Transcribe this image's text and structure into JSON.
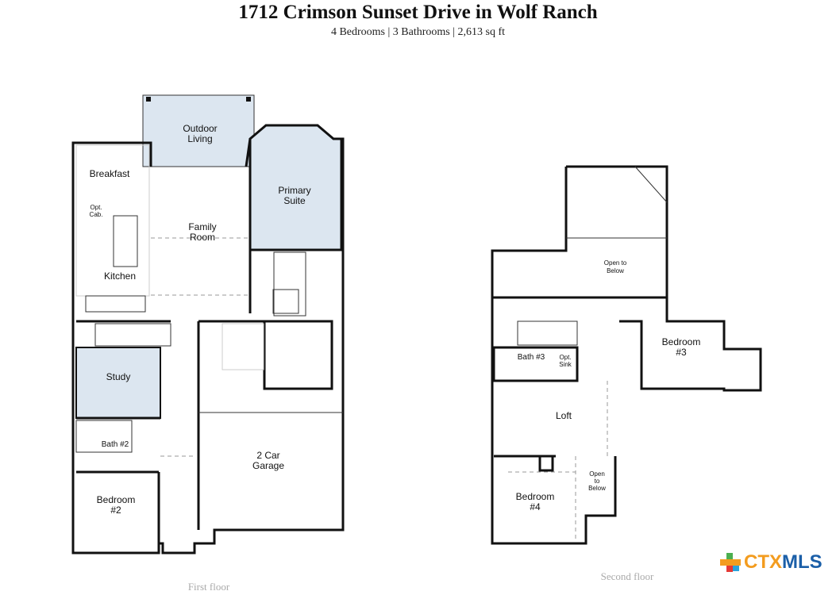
{
  "header": {
    "title": "1712 Crimson Sunset Drive in Wolf Ranch",
    "subtitle": "4 Bedrooms | 3 Bathrooms | 2,613 sq ft"
  },
  "first_floor": {
    "label": "First floor",
    "rooms": {
      "outdoor_living": [
        "Outdoor",
        "Living"
      ],
      "breakfast": "Breakfast",
      "opt_cab": [
        "Opt.",
        "Cab."
      ],
      "family_room": [
        "Family",
        "Room"
      ],
      "primary_suite": [
        "Primary",
        "Suite"
      ],
      "kitchen": "Kitchen",
      "study": "Study",
      "bath2": "Bath #2",
      "garage": [
        "2 Car",
        "Garage"
      ],
      "bedroom2": [
        "Bedroom",
        "#2"
      ]
    }
  },
  "second_floor": {
    "label": "Second floor",
    "rooms": {
      "open_below_1": [
        "Open to",
        "Below"
      ],
      "bedroom3": [
        "Bedroom",
        "#3"
      ],
      "bath3": "Bath #3",
      "opt_sink": [
        "Opt.",
        "Sink"
      ],
      "loft": "Loft",
      "bedroom4": [
        "Bedroom",
        "#4"
      ],
      "open_below_2": [
        "Open",
        "to",
        "Below"
      ]
    }
  },
  "logo": {
    "text_ctx": "CTX",
    "text_mls": "MLS",
    "colors": {
      "orange": "#f39c1f",
      "blue": "#1b5fa8",
      "green": "#4caf50",
      "red": "#e53935"
    }
  },
  "colors": {
    "room_highlight": "#dce6f0"
  }
}
